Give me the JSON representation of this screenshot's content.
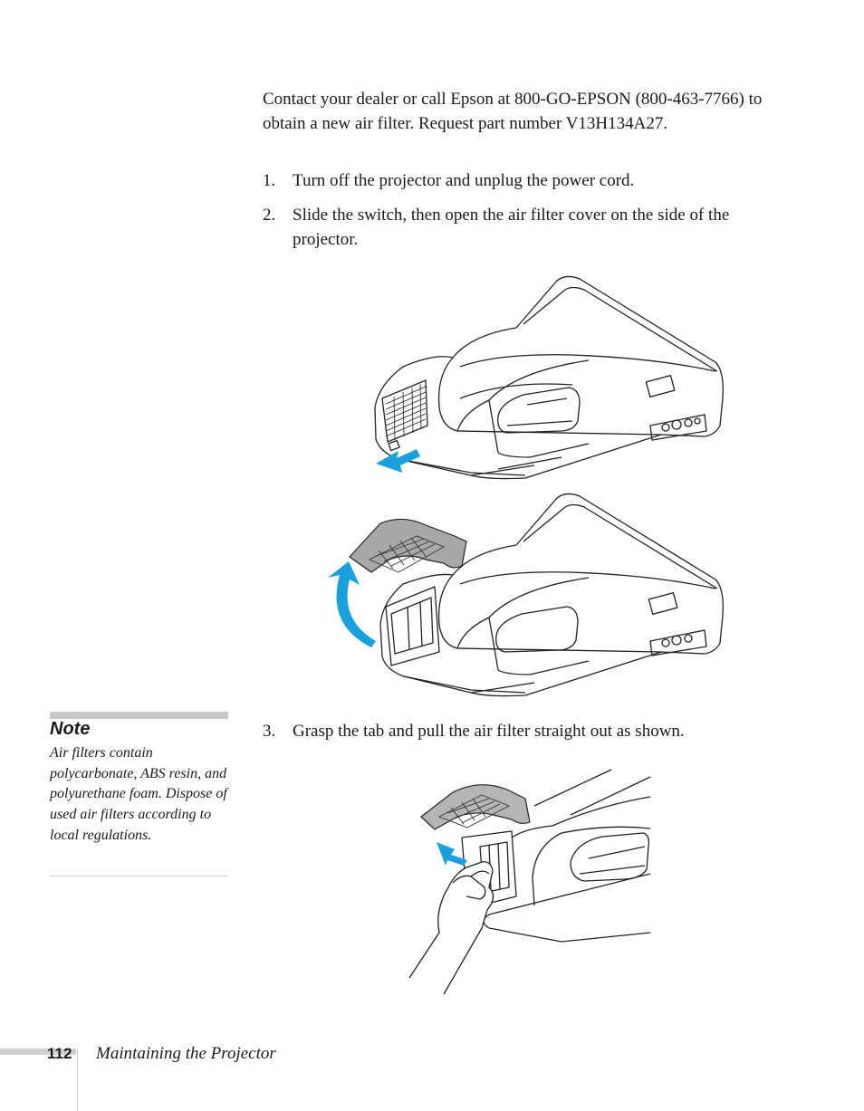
{
  "intro": "Contact your dealer or call Epson at 800-GO-EPSON (800-463-7766) to obtain a new air filter. Request part number V13H134A27.",
  "steps": [
    {
      "number": "1.",
      "text": "Turn off the projector and unplug the power cord."
    },
    {
      "number": "2.",
      "text": "Slide the switch, then open the air filter cover on the side of the projector."
    },
    {
      "number": "3.",
      "text": "Grasp the tab and pull the air filter straight out as shown."
    }
  ],
  "note": {
    "title": "Note",
    "body": "Air filters contain polycarbonate, ABS resin, and polyurethane foam. Dispose of used air filters according to local regulations."
  },
  "footer": {
    "page_number": "112",
    "chapter_title": "Maintaining the Projector"
  },
  "colors": {
    "arrow_blue": "#1aa0dc",
    "cover_gray": "#a8a8a8",
    "note_bar": "#c8c8c8"
  }
}
